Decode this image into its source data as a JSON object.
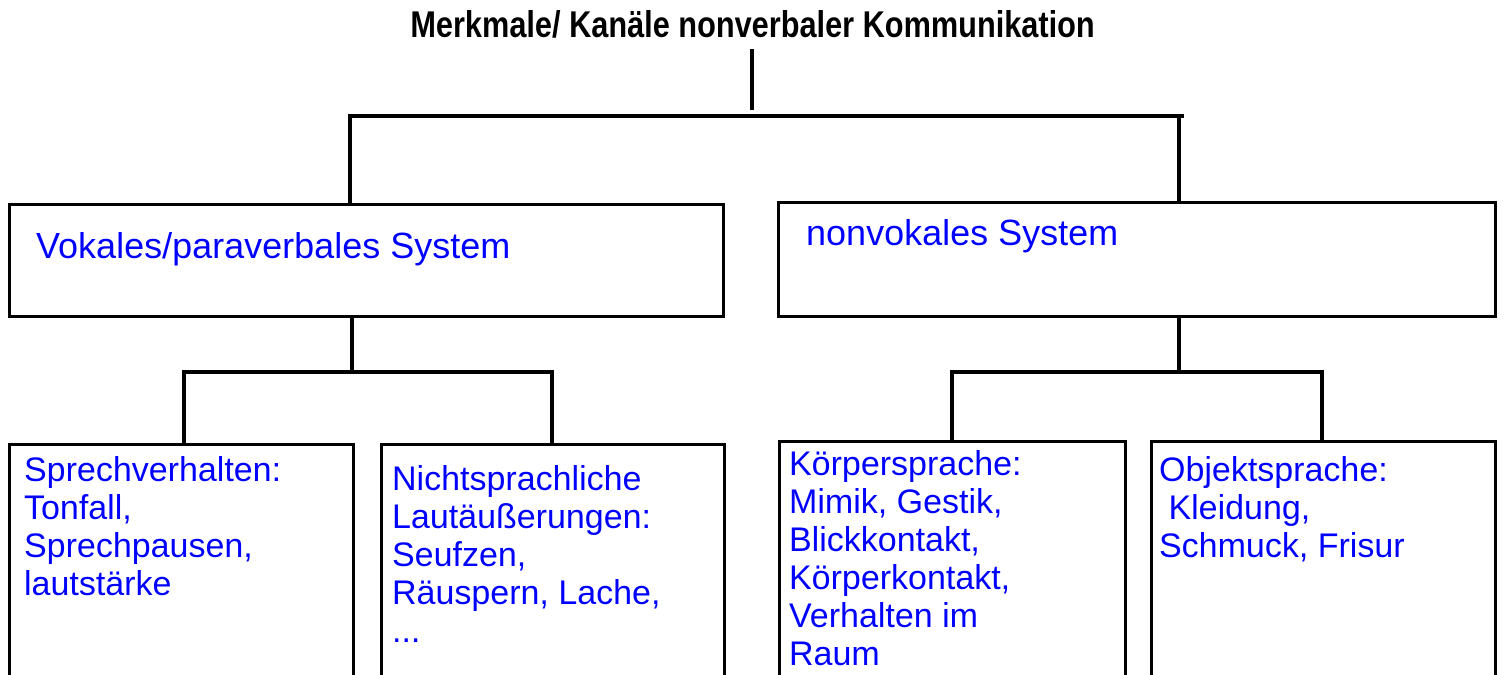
{
  "diagram": {
    "title": "Merkmale/ Kanäle nonverbaler Kommunikation",
    "type": "hierarchy-tree",
    "colors": {
      "title_text": "#000000",
      "node_text": "#0000ff",
      "connector": "#000000",
      "node_border": "#000000",
      "background": "#ffffff"
    },
    "tree": {
      "branches": [
        {
          "label": "Vokales/paraverbales System",
          "children": [
            {
              "lines": [
                "Sprechverhalten:",
                "Tonfall,",
                "Sprechpausen,",
                "lautstärke"
              ]
            },
            {
              "lines": [
                "Nichtsprachliche",
                "Lautäußerungen:",
                "Seufzen,",
                "Räuspern, Lache,",
                "..."
              ]
            }
          ]
        },
        {
          "label": "nonvokales System",
          "children": [
            {
              "lines": [
                "Körpersprache:",
                "Mimik, Gestik,",
                "Blickkontakt,",
                "Körperkontakt,",
                "Verhalten im",
                "Raum"
              ]
            },
            {
              "lines": [
                "Objektsprache:",
                " Kleidung,",
                "Schmuck, Frisur"
              ]
            }
          ]
        }
      ]
    }
  }
}
